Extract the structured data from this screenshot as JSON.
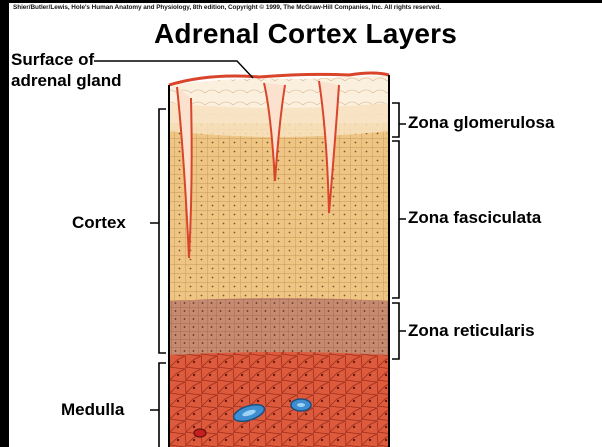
{
  "credit": "Shier/Butler/Lewis, Hole's Human Anatomy and Physiology, 8th edition, Copyright © 1999, The McGraw-Hill Companies, Inc. All rights reserved.",
  "title": "Adrenal Cortex Layers",
  "labels": {
    "surface_line1": "Surface of",
    "surface_line2": "adrenal gland",
    "cortex": "Cortex",
    "medulla": "Medulla",
    "zona_glomerulosa": "Zona glomerulosa",
    "zona_fasciculata": "Zona fasciculata",
    "zona_reticularis": "Zona reticularis"
  },
  "colors": {
    "capsule": "#d94a30",
    "glomerulosa": "#f8e6c8",
    "fasciculata": "#f0c78a",
    "reticularis": "#c88a70",
    "medulla": "#e0583a",
    "vessel": "#3d8fd1"
  }
}
